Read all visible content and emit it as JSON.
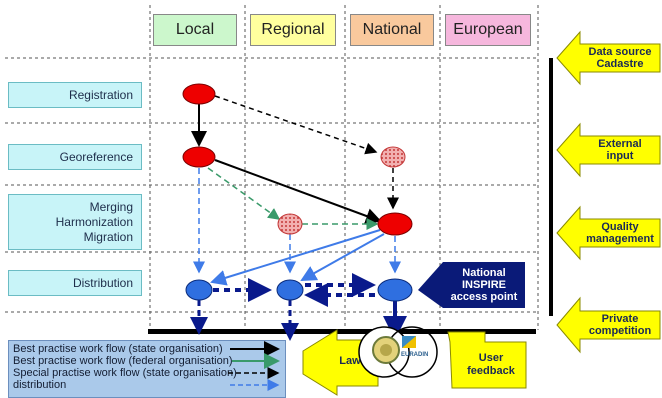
{
  "columns": [
    {
      "label": "Local",
      "color": "#ccf7cc"
    },
    {
      "label": "Regional",
      "color": "#ffff9e"
    },
    {
      "label": "National",
      "color": "#f9c99d"
    },
    {
      "label": "European",
      "color": "#f6b7dd"
    }
  ],
  "rows": [
    {
      "lines": [
        "Registration"
      ]
    },
    {
      "lines": [
        "Georeference"
      ]
    },
    {
      "lines": [
        "Merging",
        "Harmonization",
        "Migration"
      ]
    },
    {
      "lines": [
        "Distribution"
      ]
    }
  ],
  "side_arrows": [
    {
      "lines": [
        "Data source",
        "Cadastre"
      ]
    },
    {
      "lines": [
        "External",
        "input"
      ]
    },
    {
      "lines": [
        "Quality",
        "management"
      ]
    },
    {
      "lines": [
        "Private",
        "competition"
      ]
    }
  ],
  "inspire_box": {
    "lines": [
      "National",
      "INSPIRE",
      "access point"
    ],
    "color": "#0a1a78"
  },
  "bottom_arrows": [
    {
      "label": "Law"
    },
    {
      "lines": [
        "User",
        "feedback"
      ]
    }
  ],
  "logo_text": {
    "euradin": "EURADIN"
  },
  "legend": [
    "Best practise work flow (state organisation)",
    "Best practise work flow (federal organisation)",
    "Special practise work flow (state organisation)",
    "distribution"
  ],
  "colors": {
    "red_node": "#ee0000",
    "pattern_node": "#d88080",
    "blue_node": "#2f6fe0",
    "dark_blue": "#0a1a8c",
    "arrow_yellow": "#ffff00",
    "green_dashed": "#3a9a6a"
  }
}
